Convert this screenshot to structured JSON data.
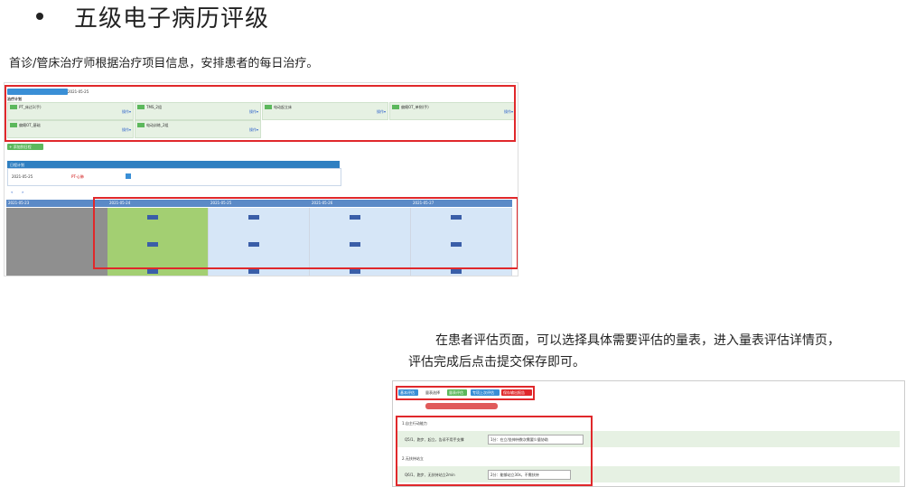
{
  "heading": {
    "title": "五级电子病历评级"
  },
  "section1": {
    "text": "首诊/管床治疗师根据治疗项目信息，安排患者的每日治疗。"
  },
  "section2": {
    "text_line1": "在患者评估页面，可以选择具体需要评估的量表，进入量表评估详情页，",
    "text_line2": "评估完成后点击提交保存即可。"
  },
  "colors": {
    "accent_red": "#e0282b",
    "grid_blue": "#5b8ac7",
    "green_card": "#e6f1e3",
    "green_cell": "#a3cf72",
    "blue_cell": "#d6e6f7",
    "grey_cell": "#8f8f8f"
  },
  "schedule_shot": {
    "date_label": "2021-05-25",
    "section_label": "治疗计划",
    "cards": [
      "PT_床边1(手)",
      "TMS_2组",
      "电动起立床",
      "偏瘫OT_单侧(手)",
      "偏瘫OT_基础",
      "电动训练_2组"
    ],
    "daily_label": "日程计划",
    "date_field": "2021-05-25",
    "therapist": "PT-心肺",
    "col_dates": [
      "2021-05-23",
      "2021-05-24",
      "2021-05-25",
      "2021-05-26",
      "2021-05-27"
    ],
    "add_label": "+ 添加到日程"
  },
  "assessment_shot": {
    "tabs": [
      "基本评估",
      "量表选择",
      "量表评估",
      "专项上次评估",
      "保存输出报告"
    ],
    "item1_title": "1.自主行动能力",
    "item1_q": "Q5/1、跑步、起立，告诉不用手支撑",
    "item1_answer": "1分：在立/坐伸持数次需要少量协助",
    "item2_title": "2.无扶持站立",
    "item2_q": "Q6/1、跑步、无扶持站立2min",
    "item2_answer": "2分：能够站立30s，不需扶持"
  }
}
